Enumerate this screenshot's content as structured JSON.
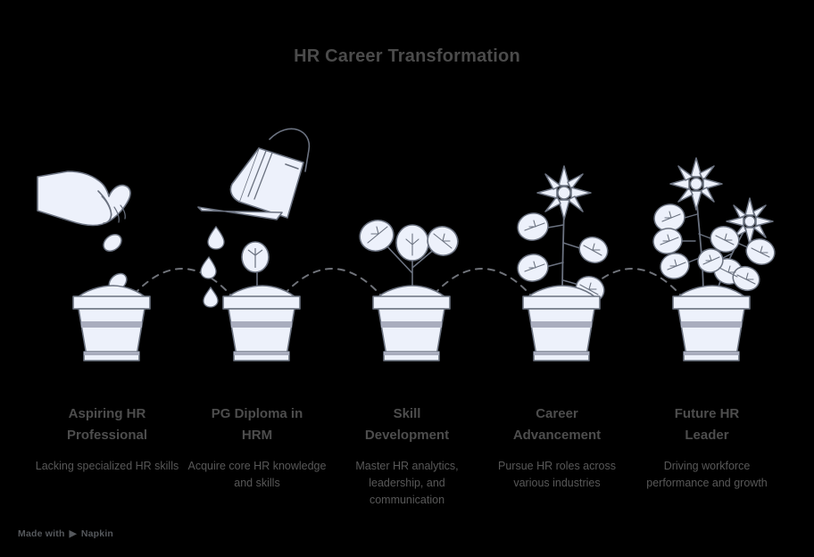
{
  "title": "HR Career Transformation",
  "theme": {
    "background": "#000000",
    "title_color": "#4b4b4b",
    "caption_title_color": "#4d4d4d",
    "caption_desc_color": "#585858",
    "art_fill": "#edf1fb",
    "art_stroke": "#6b7280",
    "art_band": "#a9adbe",
    "connector_color": "#6f7279",
    "watermark_color": "#55585c"
  },
  "stages": [
    {
      "id": "aspiring-hr-professional",
      "title": "Aspiring HR\nProfessional",
      "title_line1": "Aspiring HR",
      "title_line2": "Professional",
      "description": "Lacking specialized HR skills",
      "icon": "hand-dropping-seeds-into-pot"
    },
    {
      "id": "pg-diploma-in-hrm",
      "title": "PG Diploma in\nHRM",
      "title_line1": "PG Diploma in",
      "title_line2": "HRM",
      "description": "Acquire core HR knowledge and skills",
      "icon": "watering-can-watering-sprout"
    },
    {
      "id": "skill-development",
      "title": "Skill\nDevelopment",
      "title_line1": "Skill",
      "title_line2": "Development",
      "description": "Master HR analytics, leadership, and communication",
      "icon": "potted-plant-three-leaves"
    },
    {
      "id": "career-advancement",
      "title": "Career\nAdvancement",
      "title_line1": "Career",
      "title_line2": "Advancement",
      "description": "Pursue HR roles across various industries",
      "icon": "potted-plant-single-flower"
    },
    {
      "id": "future-hr-leader",
      "title": "Future HR\nLeader",
      "title_line1": "Future HR",
      "title_line2": "Leader",
      "description": "Driving workforce performance and growth",
      "icon": "potted-plant-two-flowers"
    }
  ],
  "connectors": {
    "count": 4,
    "style": "dashed-arc",
    "label": "progression-arc"
  },
  "watermark": {
    "prefix": "Made with",
    "mark": "▶",
    "brand": "Napkin"
  }
}
